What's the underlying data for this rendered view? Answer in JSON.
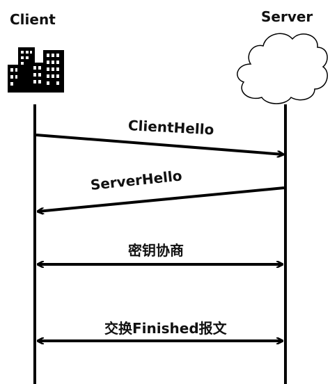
{
  "actors": {
    "client": "Client",
    "server": "Server"
  },
  "icons": {
    "client": "office-buildings-icon",
    "server": "cloud-icon"
  },
  "messages": [
    {
      "label": "ClientHello",
      "direction": "client-to-server"
    },
    {
      "label": "ServerHello",
      "direction": "server-to-client"
    },
    {
      "label": "密钥协商",
      "direction": "bidirectional"
    },
    {
      "label": "交换Finished报文",
      "direction": "bidirectional"
    }
  ],
  "colors": {
    "line": "#000000",
    "background": "#ffffff"
  }
}
